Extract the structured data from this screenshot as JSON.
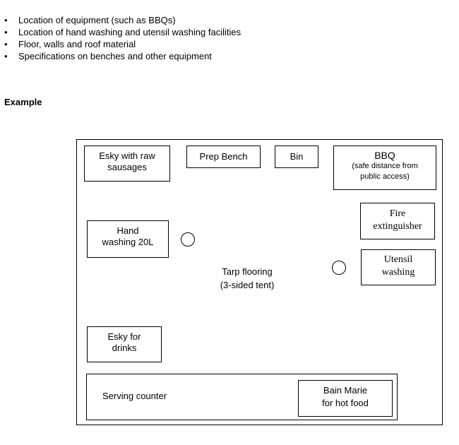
{
  "bullets": [
    "Location of equipment (such as BBQs)",
    "Location of hand washing and utensil washing facilities",
    "Floor, walls and roof material",
    "Specifications on benches and other equipment"
  ],
  "bullet_glyph": "•",
  "heading": "Example",
  "plan": {
    "esky_raw": [
      "Esky with raw",
      "sausages"
    ],
    "prep_bench": "Prep Bench",
    "bin": "Bin",
    "bbq": {
      "title": "BBQ",
      "note": [
        "(safe distance from",
        "public access)"
      ]
    },
    "fire_extinguisher": [
      "Fire",
      "extinguisher"
    ],
    "hand_washing": [
      "Hand",
      "washing 20L"
    ],
    "utensil_washing": [
      "Utensil",
      "washing"
    ],
    "tarp": [
      "Tarp flooring",
      "(3-sided tent)"
    ],
    "esky_drinks": [
      "Esky for",
      "drinks"
    ],
    "serving_counter": "Serving counter",
    "bain_marie": [
      "Bain Marie",
      "for hot food"
    ]
  }
}
